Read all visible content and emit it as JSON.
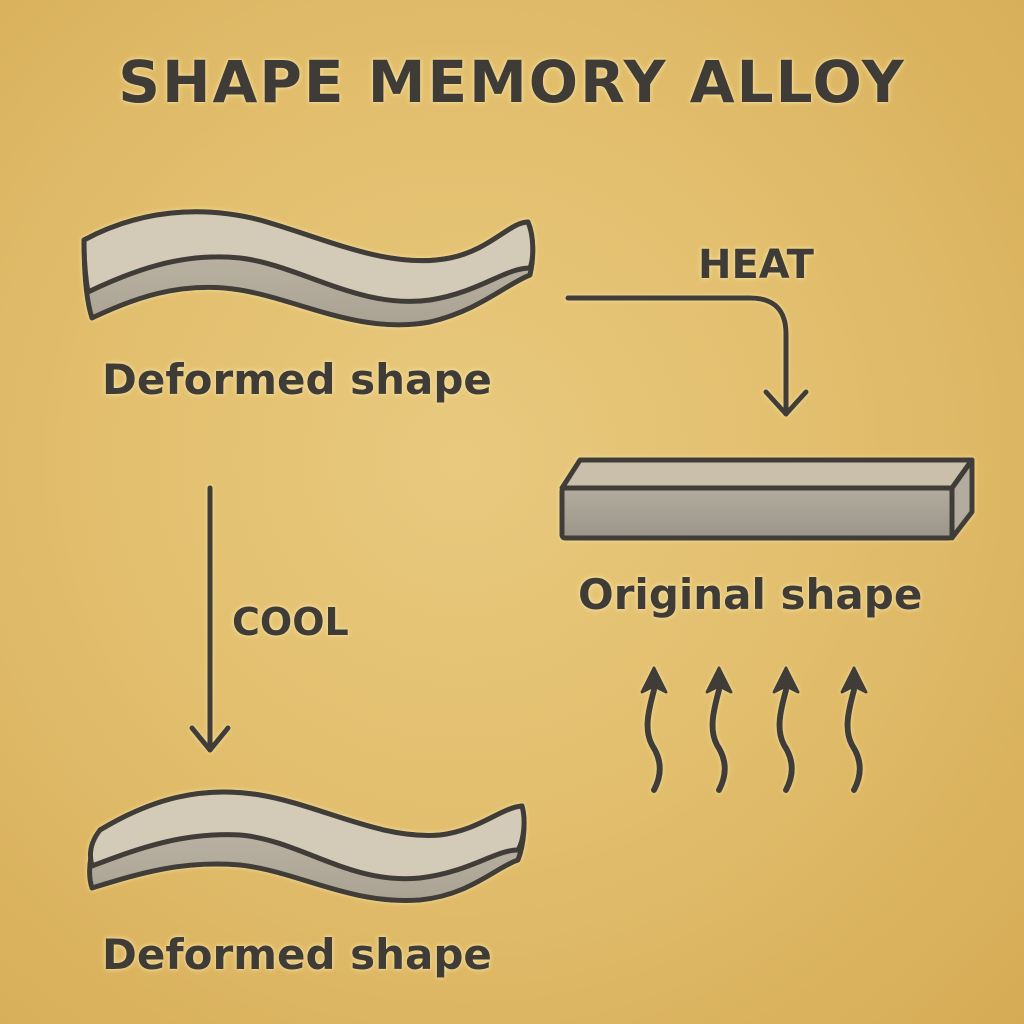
{
  "diagram": {
    "title": "SHAPE MEMORY ALLOY",
    "nodes": [
      {
        "id": "deformed_top",
        "label": "Deformed shape",
        "shape": "wavy-strip"
      },
      {
        "id": "original",
        "label": "Original shape",
        "shape": "rectangular-bar"
      },
      {
        "id": "deformed_bottom",
        "label": "Deformed shape",
        "shape": "wavy-strip"
      }
    ],
    "edges": [
      {
        "from": "deformed_top",
        "to": "original",
        "label": "HEAT",
        "style": "elbow-arrow"
      },
      {
        "from": "deformed_top",
        "to": "deformed_bottom",
        "label": "COOL",
        "style": "vertical-arrow"
      }
    ],
    "decorations": [
      {
        "name": "heat-waves",
        "count": 4,
        "direction": "up",
        "position": "below original shape"
      }
    ]
  },
  "labels": {
    "deformed_top": "Deformed shape",
    "original": "Original shape",
    "deformed_bottom": "Deformed shape",
    "heat": "HEAT",
    "cool": "COOL"
  },
  "colors": {
    "background": "#e2bf6e",
    "outline": "#3f3c38",
    "strip_top_face": "#d3cbb8",
    "strip_front_face": "#b6ae9f",
    "bar_top_face": "#c9bfaa",
    "bar_front_face": "#a8a195"
  }
}
